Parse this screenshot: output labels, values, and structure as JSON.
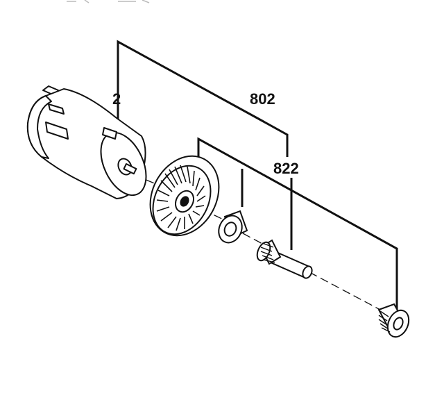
{
  "callouts": {
    "motor": "2",
    "armature_assembly": "802",
    "shaft": "822"
  },
  "colors": {
    "ink": "#111111",
    "part_fill": "#ffffff"
  }
}
